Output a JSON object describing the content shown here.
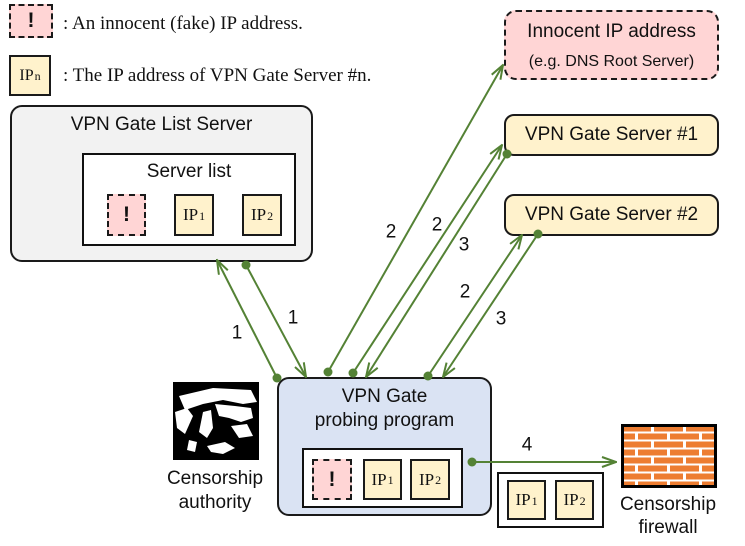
{
  "legend": {
    "items": [
      {
        "symbol": "!",
        "description": ": An innocent (fake) IP address."
      },
      {
        "symbol_main": "IP",
        "symbol_sub": "n",
        "description": ": The IP address of VPN Gate Server #n."
      }
    ]
  },
  "list_server": {
    "title": "VPN Gate List Server",
    "server_list": {
      "title": "Server list",
      "items": [
        {
          "type": "fake",
          "symbol": "!"
        },
        {
          "type": "ip",
          "main": "IP",
          "sub": "1"
        },
        {
          "type": "ip",
          "main": "IP",
          "sub": "2"
        }
      ]
    }
  },
  "innocent_host": {
    "title": "Innocent IP address",
    "subtitle": "(e.g. DNS Root Server)"
  },
  "vpn_servers": [
    {
      "label": "VPN Gate Server #1"
    },
    {
      "label": "VPN Gate Server #2"
    }
  ],
  "probing_program": {
    "title_line1": "VPN Gate",
    "title_line2": "probing program",
    "items": [
      {
        "type": "fake",
        "symbol": "!"
      },
      {
        "type": "ip",
        "main": "IP",
        "sub": "1"
      },
      {
        "type": "ip",
        "main": "IP",
        "sub": "2"
      }
    ]
  },
  "censorship_authority": {
    "line1": "Censorship",
    "line2": "authority"
  },
  "censorship_firewall": {
    "line1": "Censorship",
    "line2": "firewall",
    "blocked_items": [
      {
        "type": "ip",
        "main": "IP",
        "sub": "1"
      },
      {
        "type": "ip",
        "main": "IP",
        "sub": "2"
      }
    ]
  },
  "flows": [
    {
      "step": "1",
      "from": "probing_program",
      "to": "list_server"
    },
    {
      "step": "1",
      "from": "list_server",
      "to": "probing_program"
    },
    {
      "step": "2",
      "from": "probing_program",
      "to": "innocent_host"
    },
    {
      "step": "2",
      "from": "probing_program",
      "to": "vpn_server_1"
    },
    {
      "step": "3",
      "from": "vpn_server_1",
      "to": "probing_program"
    },
    {
      "step": "2",
      "from": "probing_program",
      "to": "vpn_server_2"
    },
    {
      "step": "3",
      "from": "vpn_server_2",
      "to": "probing_program"
    },
    {
      "step": "4",
      "from": "probing_program",
      "to": "censorship_firewall"
    }
  ],
  "colors": {
    "arrow": "#548235",
    "fake_fill": "#FFD5D5",
    "ip_fill": "#FFF2CC",
    "probe_fill": "#DAE3F3",
    "list_server_fill": "#F2F2F2",
    "brick": "#ED7D31"
  }
}
